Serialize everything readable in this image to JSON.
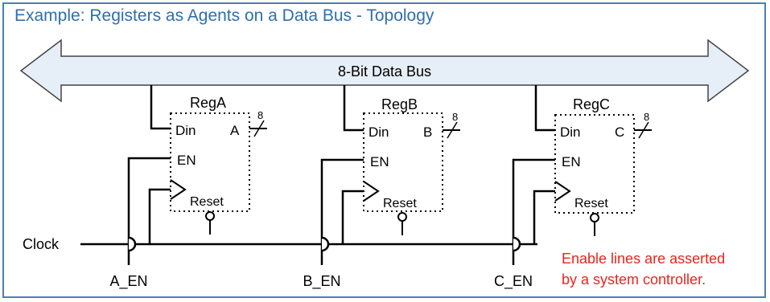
{
  "title": "Example: Registers as Agents on a Data Bus - Topology",
  "bus": {
    "label": "8-Bit Data Bus"
  },
  "clock_label": "Clock",
  "registers": [
    {
      "name": "RegA",
      "din": "Din",
      "out": "A",
      "en": "EN",
      "reset": "Reset",
      "width": "8",
      "enable": "A_EN"
    },
    {
      "name": "RegB",
      "din": "Din",
      "out": "B",
      "en": "EN",
      "reset": "Reset",
      "width": "8",
      "enable": "B_EN"
    },
    {
      "name": "RegC",
      "din": "Din",
      "out": "C",
      "en": "EN",
      "reset": "Reset",
      "width": "8",
      "enable": "C_EN"
    }
  ],
  "note": {
    "line1": "Enable lines are asserted",
    "line2": "by a system controller.",
    "color": "#e8251f"
  },
  "colors": {
    "title": "#2f6fae",
    "frame": "#4a7fb5",
    "bus_fill": "#e6eef7"
  }
}
